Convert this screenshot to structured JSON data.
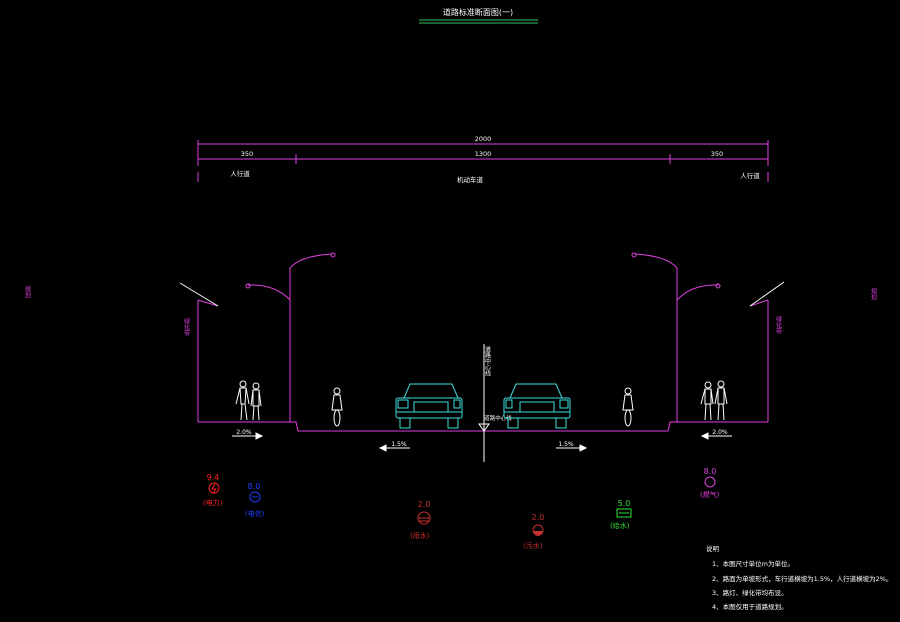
{
  "title": "道路标准断面图(一)",
  "dimensions": {
    "total": "2000",
    "left": "350",
    "middle": "1300",
    "right": "350"
  },
  "zones": {
    "left_sidewalk": "人行道",
    "carriageway": "机动车道",
    "right_sidewalk": "人行道"
  },
  "side_labels": {
    "left_edge": "规划",
    "right_edge": "规划",
    "left_greenbelt": "绿化带",
    "right_greenbelt": "绿化带",
    "center_line": "道路中心线",
    "center_tag": "道路中心线"
  },
  "slopes": {
    "left_sidewalk": "2.0%",
    "left_lane": "1.5%",
    "right_lane": "1.5%",
    "right_sidewalk": "2.0%"
  },
  "utilities": [
    {
      "offset": "9.4",
      "name": "(电力)",
      "color": "#ff2020",
      "icon": "power-icon"
    },
    {
      "offset": "8.0",
      "name": "(电信)",
      "color": "#2040ff",
      "icon": "telecom-icon"
    },
    {
      "offset": "2.0",
      "name": "(雨水)",
      "color": "#c83030",
      "icon": "storm-water-icon"
    },
    {
      "offset": "2.0",
      "name": "(污水)",
      "color": "#c83030",
      "icon": "sewage-icon"
    },
    {
      "offset": "5.0",
      "name": "(给水)",
      "color": "#30e030",
      "icon": "water-supply-icon"
    },
    {
      "offset": "8.0",
      "name": "(燃气)",
      "color": "#e040e0",
      "icon": "gas-icon"
    }
  ],
  "notes": {
    "heading": "说明",
    "items": [
      "1、本图尺寸单位m为单位。",
      "2、路面为单坡形式，车行道横坡为1.5%，人行道横坡为2%。",
      "3、路灯、绿化带均布设。",
      "4、本图仅用于道路规划。"
    ]
  },
  "colors": {
    "dimension": "#e040e0",
    "ground": "#e040e0",
    "vehicles": "#40e0e0",
    "figures": "#ffffff",
    "title_underline": "#30c060"
  }
}
